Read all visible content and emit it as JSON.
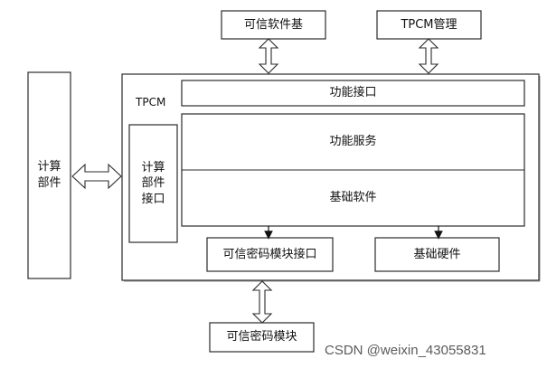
{
  "diagram": {
    "top_left_box": "可信软件基",
    "top_right_box": "TPCM管理",
    "left_box": "计算部件",
    "main_label": "TPCM",
    "main_interface_box": "计算部件接口",
    "function_interface": "功能接口",
    "function_service": "功能服务",
    "base_software": "基础软件",
    "trusted_crypto_interface": "可信密码模块接口",
    "base_hardware": "基础硬件",
    "bottom_box": "可信密码模块",
    "watermark": "CSDN @weixin_43055831"
  }
}
